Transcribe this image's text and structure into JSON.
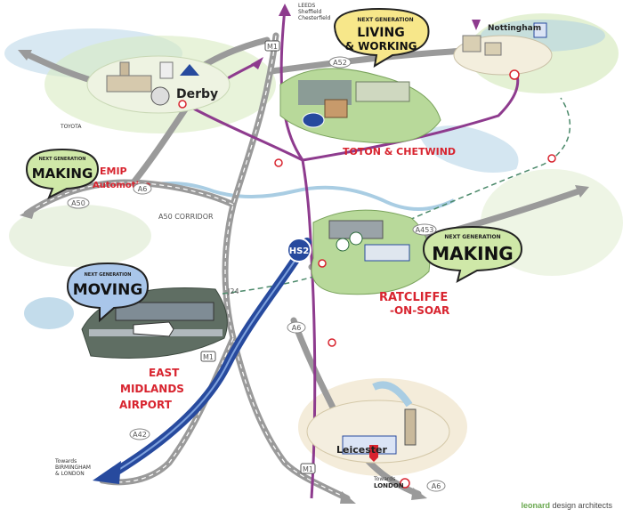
{
  "places": {
    "derby": "Derby",
    "nottingham": "Nottingham",
    "leicester": "Leicester",
    "toton": "TOTON & CHETWIND",
    "ratcliffe_line1": "RATCLIFFE",
    "ratcliffe_line2": "-ON-SOAR",
    "ema_line1": "EAST",
    "ema_line2": "MIDLANDS",
    "ema_line3": "AIRPORT",
    "emip_line1": "EMIP",
    "emip_line2": "Automotive",
    "toyota": "TOYOTA"
  },
  "bubbles": {
    "living": {
      "small": "NEXT GENERATION",
      "big1": "LIVING",
      "big2": "& WORKING"
    },
    "making_west": {
      "small": "NEXT GENERATION",
      "big": "MAKING"
    },
    "making_east": {
      "small": "NEXT GENERATION",
      "big": "MAKING"
    },
    "moving": {
      "small": "NEXT GENERATION",
      "big": "MOVING"
    }
  },
  "roads": {
    "m1_north": "M1",
    "a52": "A52",
    "a6_west": "A6",
    "a50": "A50",
    "a50_corridor": "A50 CORRIDOR",
    "a453": "A453",
    "a6_south": "A6",
    "m1_south": "M1",
    "a42": "A42",
    "j24": "J24",
    "m1_airport": "M1",
    "a6_far_south": "A6"
  },
  "hs2": {
    "label": "HS2"
  },
  "directions": {
    "north_line1": "LEEDS",
    "north_line2": "Sheffield",
    "north_line3": "Chesterfield",
    "southwest_line1": "Towards",
    "southwest_line2": "BIRMINGHAM",
    "southwest_line3": "& LONDON",
    "south_line1": "Towards",
    "south_line2": "LONDON"
  },
  "credit": {
    "brand": "leonard",
    "rest": " design architects"
  },
  "colors": {
    "hs2_blue": "#274a9e",
    "rail_purple": "#8e3b8e",
    "road_grey": "#9a9a9a",
    "bubble_yellow": "#f7e78a",
    "bubble_green": "#cfe8a8",
    "bubble_blue": "#a9c6ea",
    "label_red": "#d8242f",
    "land_green": "#b8d99a",
    "water_blue": "#a9cde3"
  }
}
